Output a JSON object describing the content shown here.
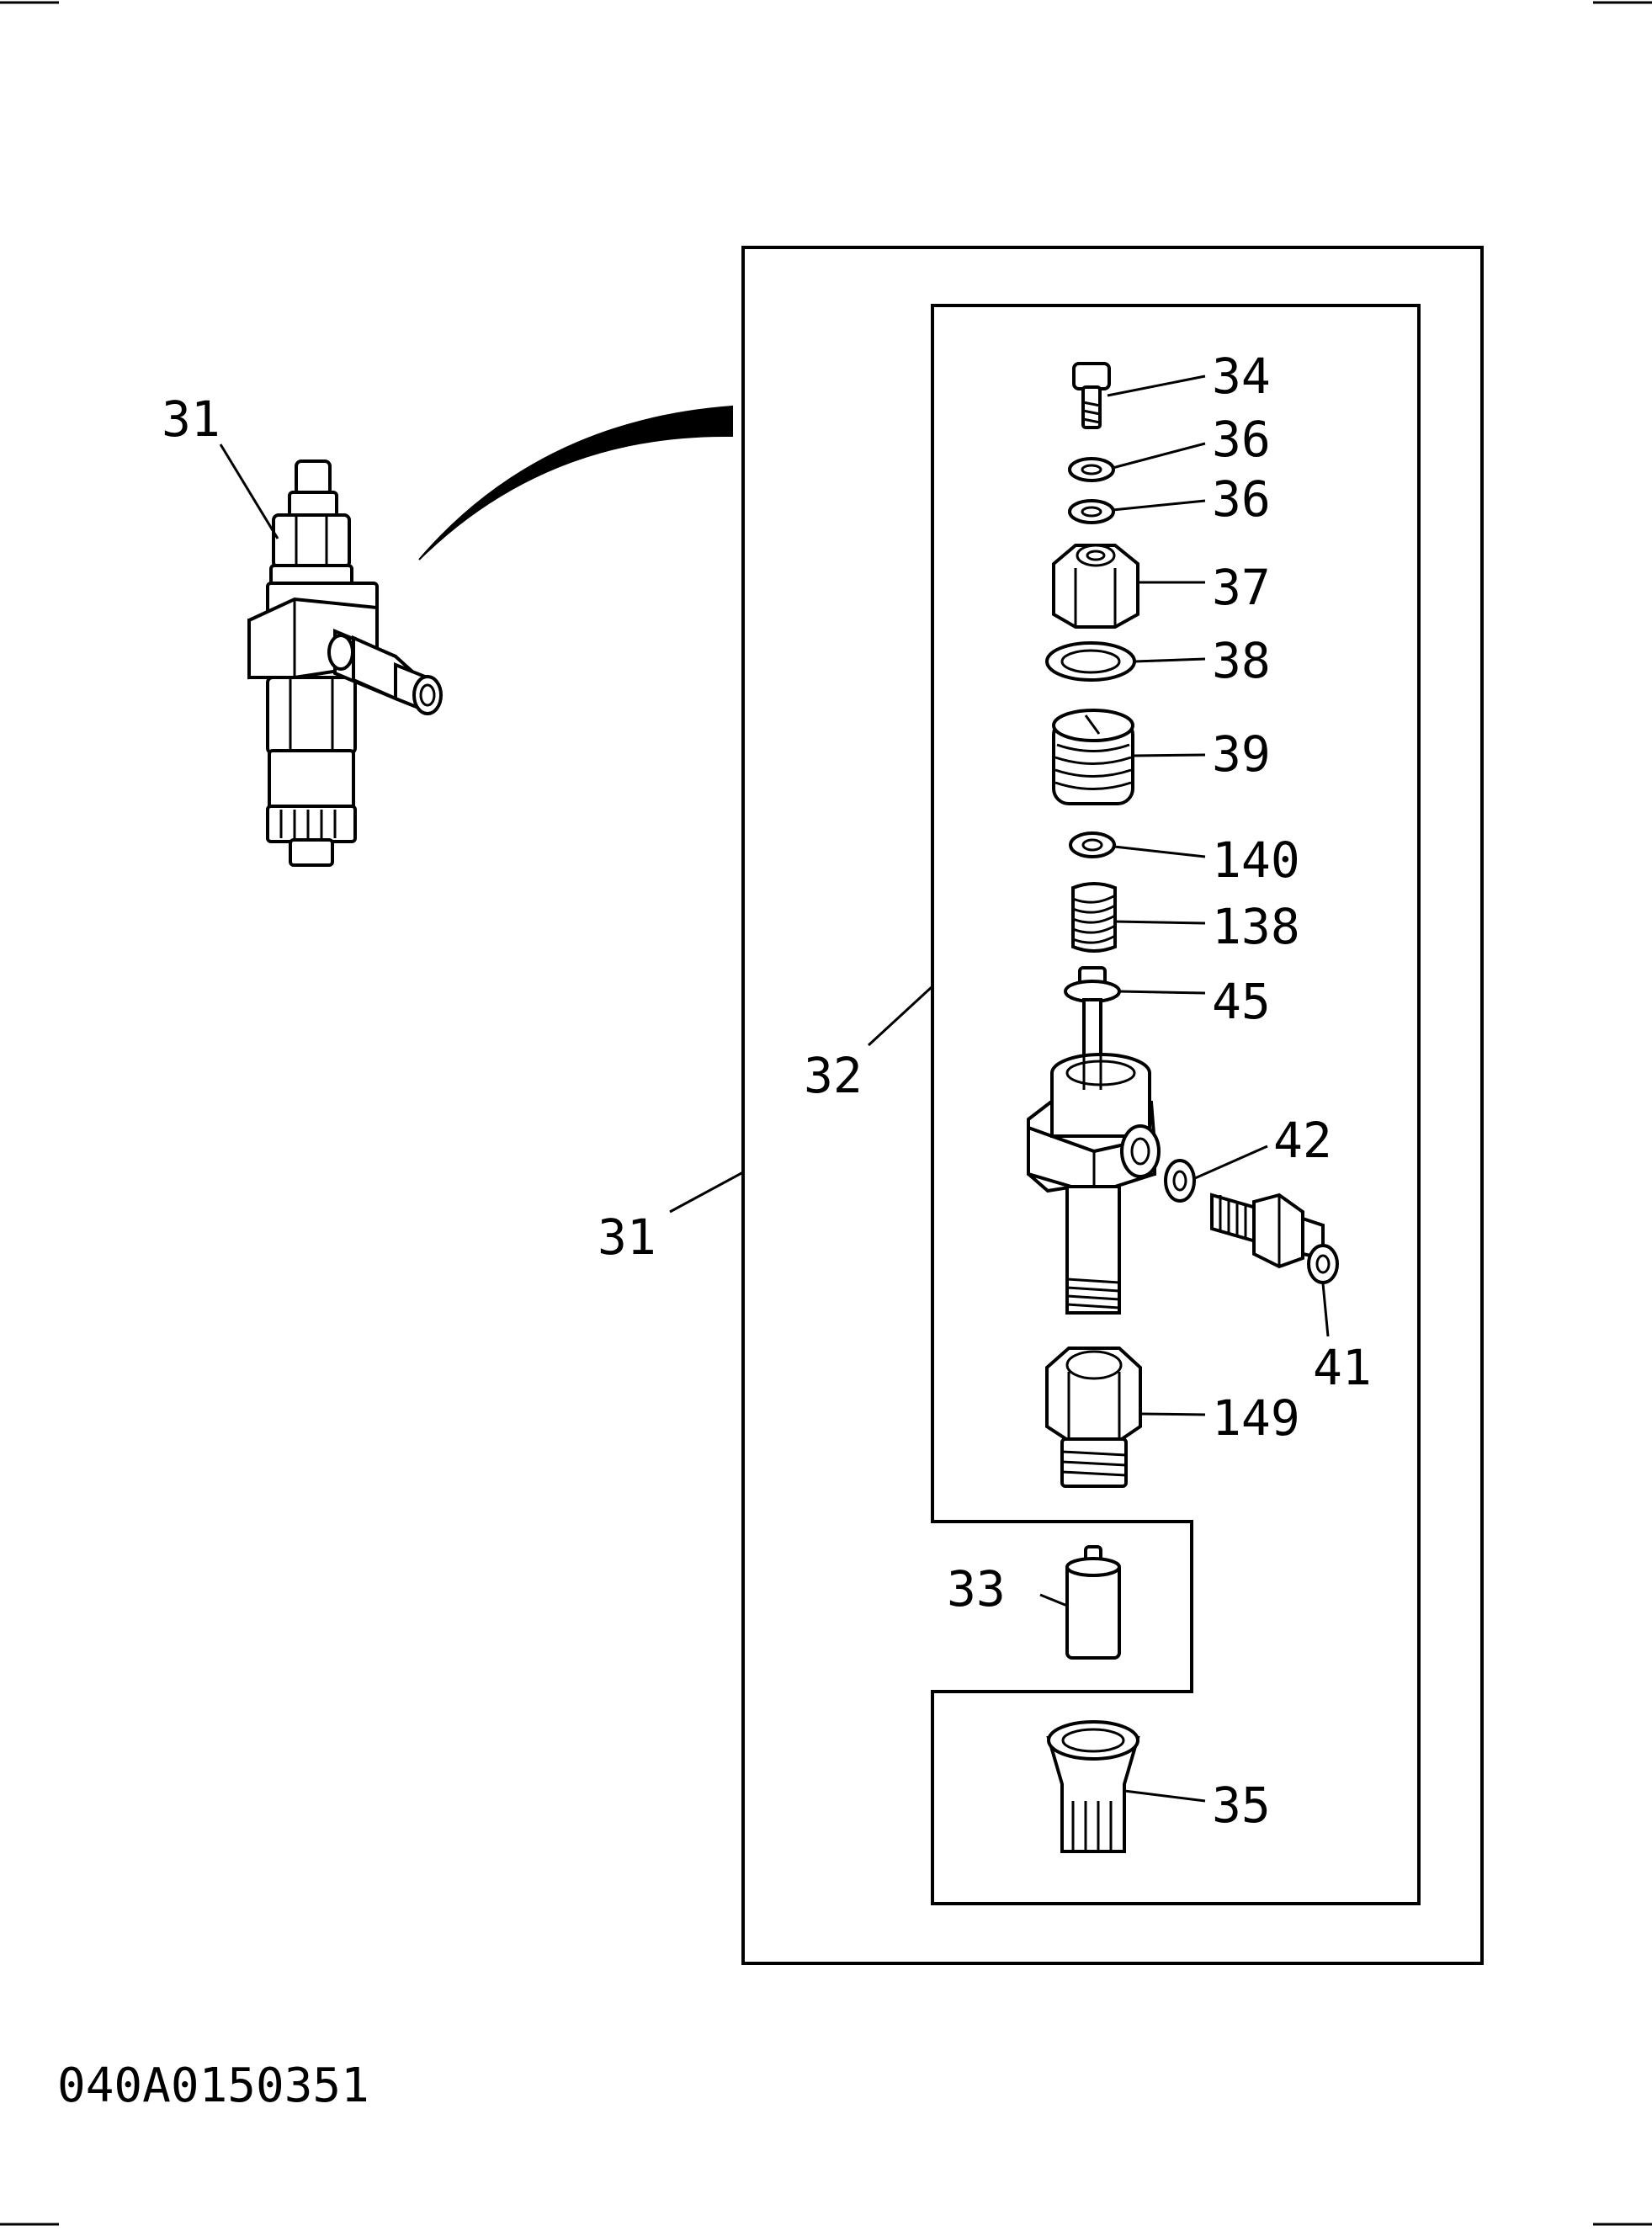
{
  "diagram": {
    "drawing_code": "040A0150351",
    "labels": {
      "assembly_main": "31",
      "assembly_ref": "31",
      "holder_body": "32",
      "nozzle": "33",
      "bolt": "34",
      "nut_retaining": "35",
      "washer_a": "36",
      "washer_b": "36",
      "cap_nut": "37",
      "gasket": "38",
      "adjusting_screw": "39",
      "washer_spring": "140",
      "spring": "138",
      "push_rod": "45",
      "washer_inlet": "42",
      "inlet_connector": "41",
      "nut_lower": "149"
    }
  }
}
